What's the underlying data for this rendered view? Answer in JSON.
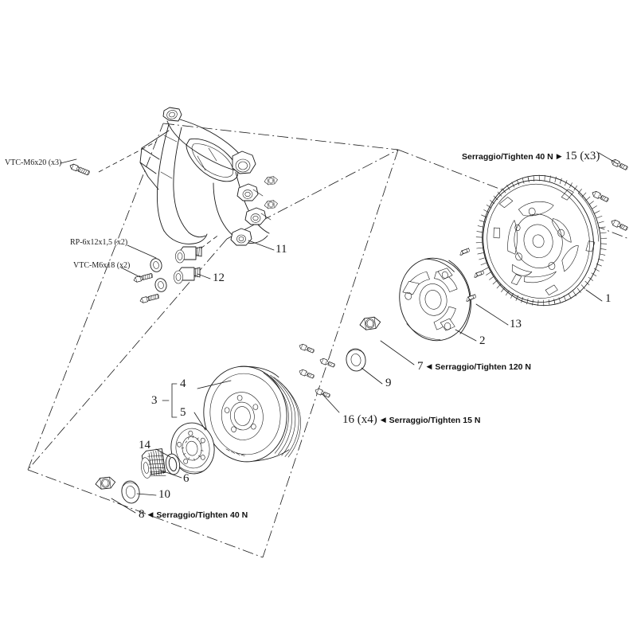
{
  "diagram": {
    "title": "Exploded parts diagram - flywheel, clutch and pulley assembly",
    "background_color": "#ffffff",
    "line_color": "#1a1a1a"
  },
  "hardware_specs": [
    {
      "id": "vtc-m6x20",
      "text": "VTC-M6x20 (x3)"
    },
    {
      "id": "rp-6x12x1.5",
      "text": "RP-6x12x1,5 (x2)"
    },
    {
      "id": "vtc-m6x18",
      "text": "VTC-M6x18 (x2)"
    }
  ],
  "ref_numbers": [
    {
      "id": "ref-1",
      "text": "1"
    },
    {
      "id": "ref-2",
      "text": "2"
    },
    {
      "id": "ref-3",
      "text": "3"
    },
    {
      "id": "ref-4",
      "text": "4"
    },
    {
      "id": "ref-5",
      "text": "5"
    },
    {
      "id": "ref-6",
      "text": "6"
    },
    {
      "id": "ref-9",
      "text": "9"
    },
    {
      "id": "ref-10",
      "text": "10"
    },
    {
      "id": "ref-11",
      "text": "11"
    },
    {
      "id": "ref-12",
      "text": "12"
    },
    {
      "id": "ref-13",
      "text": "13"
    },
    {
      "id": "ref-14",
      "text": "14"
    }
  ],
  "torque_notes": [
    {
      "id": "torque-15",
      "note": "Serraggio/Tighten 40 N",
      "arrow": "▶",
      "ref": "15 (x3)",
      "arrow_side": "right"
    },
    {
      "id": "torque-7",
      "ref": "7",
      "arrow": "◀",
      "note": "Serraggio/Tighten 120 N",
      "arrow_side": "left"
    },
    {
      "id": "torque-16",
      "ref": "16 (x4)",
      "arrow": "◀",
      "note": "Serraggio/Tighten 15 N",
      "arrow_side": "left"
    },
    {
      "id": "torque-8",
      "ref": "8",
      "arrow": "◀",
      "note": "Serraggio/Tighten 40 N",
      "arrow_side": "left"
    }
  ]
}
